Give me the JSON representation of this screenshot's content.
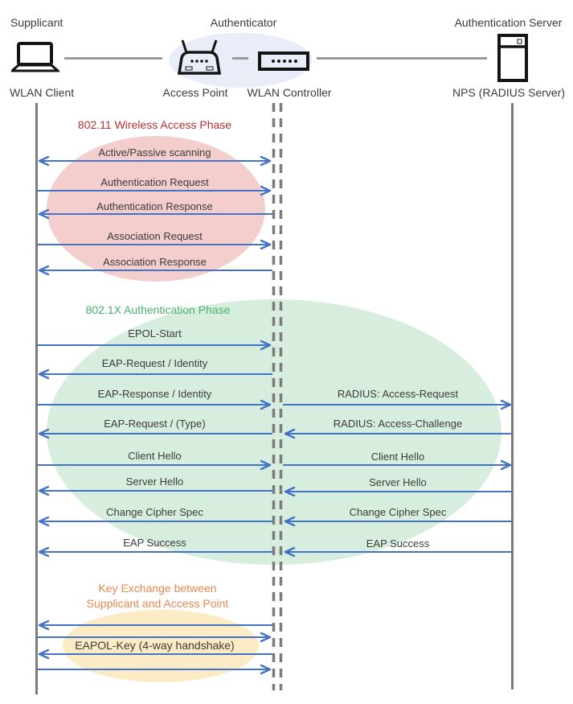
{
  "header": {
    "roles": [
      {
        "label": "Supplicant"
      },
      {
        "label": "Authenticator"
      },
      {
        "label": "Authentication Server"
      }
    ],
    "nodes": [
      {
        "label": "WLAN Client",
        "icon": "laptop-icon"
      },
      {
        "label": "Access Point",
        "icon": "access-point-icon"
      },
      {
        "label": "WLAN Controller",
        "icon": "wlan-controller-icon"
      },
      {
        "label": "NPS (RADIUS Server)",
        "icon": "server-icon"
      }
    ]
  },
  "phases": [
    {
      "title": "802.11 Wireless Access Phase",
      "title_color": "#b43232",
      "ellipse_color": "#f3cecd",
      "messages": [
        {
          "label": "Active/Passive scanning",
          "direction": "both",
          "from": "WLAN Client",
          "to": "WLAN Controller"
        },
        {
          "label": "Authentication Request",
          "direction": "right",
          "from": "WLAN Client",
          "to": "WLAN Controller"
        },
        {
          "label": "Authentication Response",
          "direction": "left",
          "from": "WLAN Controller",
          "to": "WLAN Client"
        },
        {
          "label": "Association Request",
          "direction": "right",
          "from": "WLAN Client",
          "to": "WLAN Controller"
        },
        {
          "label": "Association Response",
          "direction": "left",
          "from": "WLAN Controller",
          "to": "WLAN Client"
        }
      ]
    },
    {
      "title": "802.1X Authentication Phase",
      "title_color": "#47b269",
      "ellipse_color": "#d7eddd",
      "left_messages": [
        {
          "label": "EPOL-Start",
          "direction": "right"
        },
        {
          "label": "EAP-Request / Identity",
          "direction": "left"
        },
        {
          "label": "EAP-Response / Identity",
          "direction": "right"
        },
        {
          "label": "EAP-Request / (Type)",
          "direction": "left"
        },
        {
          "label": "Client Hello",
          "direction": "right"
        },
        {
          "label": "Server Hello",
          "direction": "left"
        },
        {
          "label": "Change Cipher Spec",
          "direction": "left"
        },
        {
          "label": "EAP Success",
          "direction": "left"
        }
      ],
      "right_messages": [
        {
          "label": "RADIUS: Access-Request",
          "direction": "right"
        },
        {
          "label": "RADIUS: Access-Challenge",
          "direction": "left"
        },
        {
          "label": "Client Hello",
          "direction": "right"
        },
        {
          "label": "Server Hello",
          "direction": "left"
        },
        {
          "label": "Change Cipher Spec",
          "direction": "left"
        },
        {
          "label": "EAP Success",
          "direction": "left"
        }
      ]
    },
    {
      "title_line1": "Key Exchange between",
      "title_line2": "Supplicant and Access Point",
      "title_color": "#e8874f",
      "ellipse_color": "#fcecc6",
      "messages": [
        {
          "label": "EAPOL-Key (4-way handshake)",
          "direction": "4-way",
          "arrows": [
            "left",
            "right",
            "left",
            "right"
          ]
        }
      ]
    }
  ],
  "colors": {
    "arrow": "#4472c4",
    "lifeline": "#7c7c7c",
    "connector": "#999999",
    "authenticator_ellipse": "#e9edf7",
    "label_text": "#3b3b3b"
  }
}
